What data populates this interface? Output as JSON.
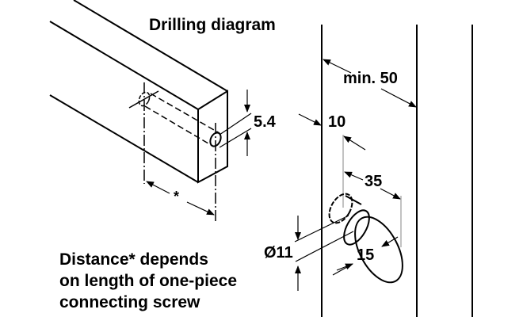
{
  "title": "Drilling diagram",
  "note": [
    "Distance* depends",
    "on length of one-piece",
    "connecting screw"
  ],
  "dimensions": {
    "hole_offset": "5.4",
    "distance": "*",
    "min_width": "min. 50",
    "edge": "10",
    "depth": "35",
    "diameter": "Ø11",
    "recess": "15"
  },
  "colors": {
    "line": "#000000",
    "background": "#ffffff"
  }
}
